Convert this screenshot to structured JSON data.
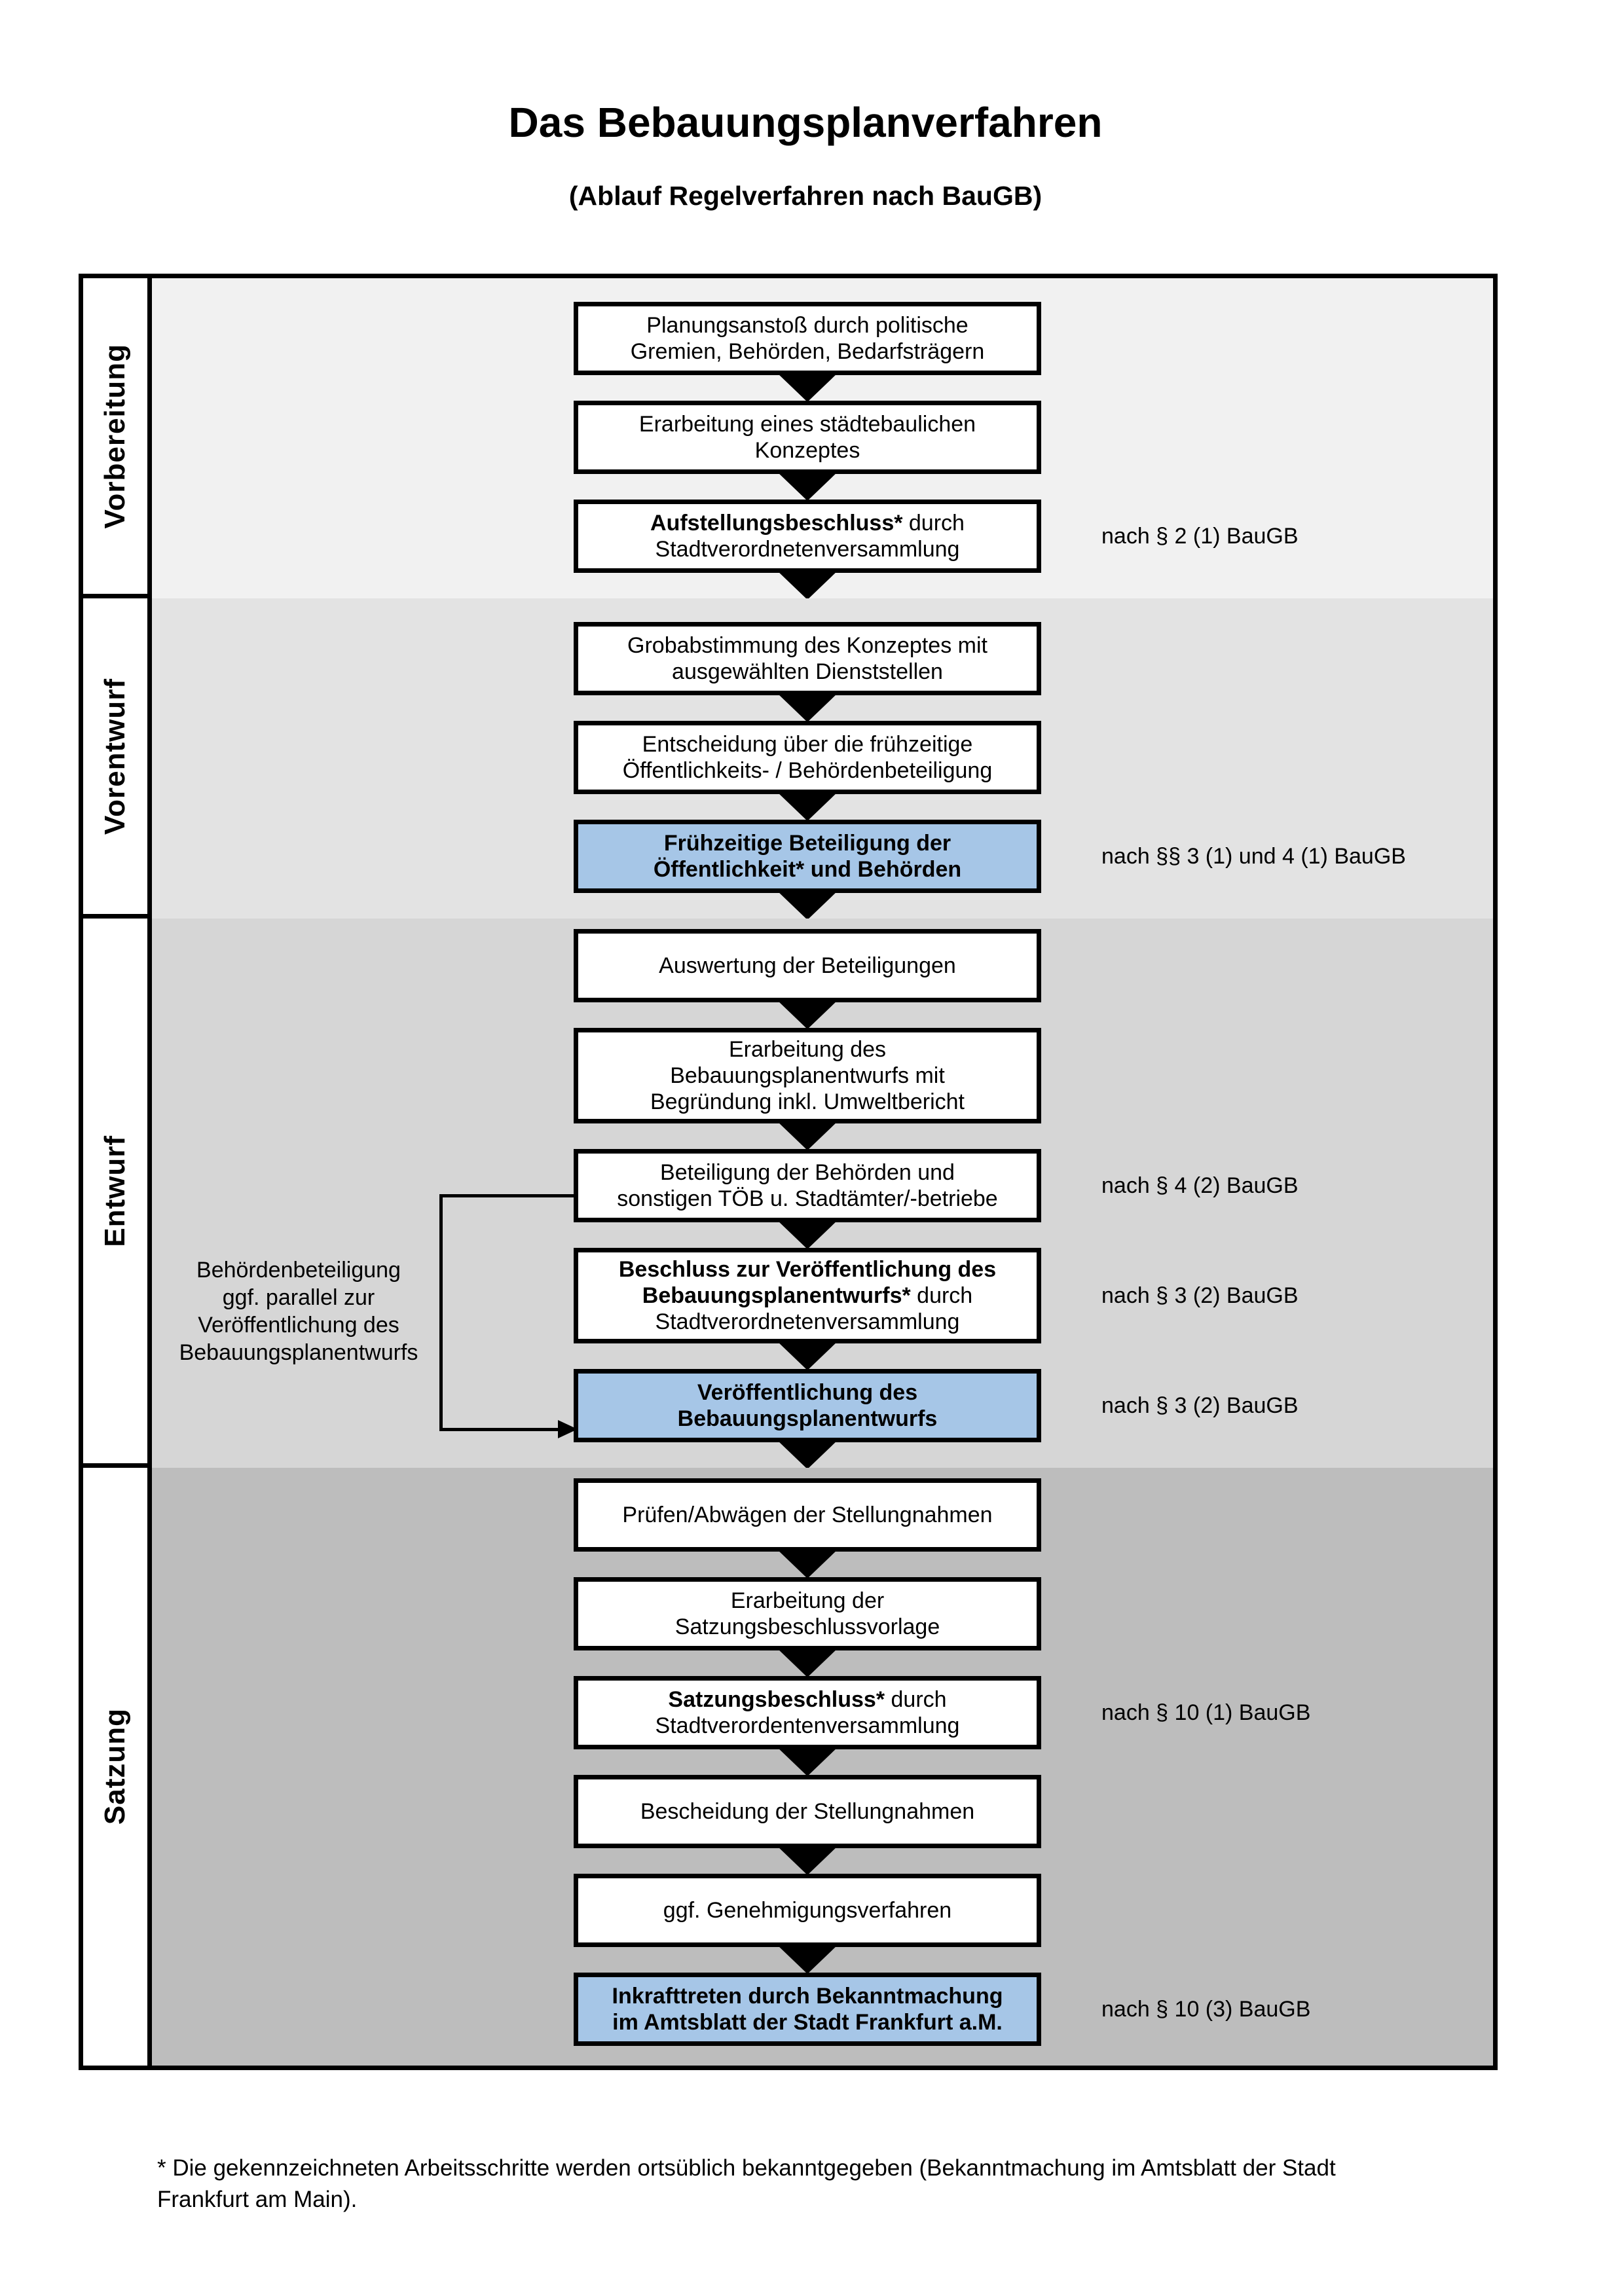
{
  "title": "Das Bebauungsplanverfahren",
  "subtitle": "(Ablauf Regelverfahren nach BauGB)",
  "footnote": "* Die gekennzeichneten Arbeitsschritte werden ortsüblich bekanntgegeben (Bekanntmachung im Amtsblatt der Stadt\nFrankfurt am Main).",
  "colors": {
    "highlight_box": "#a6c6e7",
    "box_background": "#ffffff",
    "box_border": "#000000",
    "section_backgrounds": [
      "#f1f1f1",
      "#e3e3e3",
      "#d6d6d6",
      "#bdbdbd"
    ]
  },
  "entwurf_annotation": "Behördenbeteiligung\nggf. parallel zur\nVeröffentlichung des\nBebauungsplanentwurfs",
  "sections": [
    {
      "label": "Vorbereitung",
      "steps": [
        {
          "text": "Planungsanstoß durch politische\nGremien, Behörden, Bedarfsträgern"
        },
        {
          "text": "Erarbeitung eines städtebaulichen\nKonzeptes"
        },
        {
          "bold": "Aufstellungsbeschluss*",
          "text": " durch\nStadtverordnetenversammlung",
          "law": "nach § 2 (1) BauGB"
        }
      ]
    },
    {
      "label": "Vorentwurf",
      "steps": [
        {
          "text": "Grobabstimmung des Konzeptes mit\nausgewählten Dienststellen"
        },
        {
          "text": "Entscheidung über die frühzeitige\nÖffentlichkeits- / Behördenbeteiligung"
        },
        {
          "bold": "Frühzeitige Beteiligung der\nÖffentlichkeit* und Behörden",
          "highlight": true,
          "law": "nach §§ 3 (1) und 4 (1) BauGB"
        }
      ]
    },
    {
      "label": "Entwurf",
      "steps": [
        {
          "text": "Auswertung der Beteiligungen"
        },
        {
          "text": "Erarbeitung des\nBebauungsplanentwurfs mit\nBegründung inkl. Umweltbericht"
        },
        {
          "text": "Beteiligung der Behörden und\nsonstigen TÖB u. Stadtämter/-betriebe",
          "law": "nach § 4 (2) BauGB"
        },
        {
          "bold": "Beschluss zur Veröffentlichung des\nBebauungsplanentwurfs*",
          "text": " durch\nStadtverordnetenversammlung",
          "law": "nach § 3 (2) BauGB"
        },
        {
          "bold": "Veröffentlichung des\nBebauungsplanentwurfs",
          "highlight": true,
          "law": "nach § 3 (2) BauGB"
        }
      ]
    },
    {
      "label": "Satzung",
      "steps": [
        {
          "text": "Prüfen/Abwägen der Stellungnahmen"
        },
        {
          "text": "Erarbeitung der\nSatzungsbeschlussvorlage"
        },
        {
          "bold": "Satzungsbeschluss*",
          "text": " durch\nStadtverordentenversammlung",
          "law": "nach § 10 (1) BauGB"
        },
        {
          "text": "Bescheidung der Stellungnahmen"
        },
        {
          "text": "ggf. Genehmigungsverfahren"
        },
        {
          "bold": "Inkrafttreten",
          "text": " durch Bekanntmachung\nim Amtsblatt der Stadt Frankfurt a.M.",
          "highlight": true,
          "law": "nach § 10 (3) BauGB"
        }
      ]
    }
  ]
}
